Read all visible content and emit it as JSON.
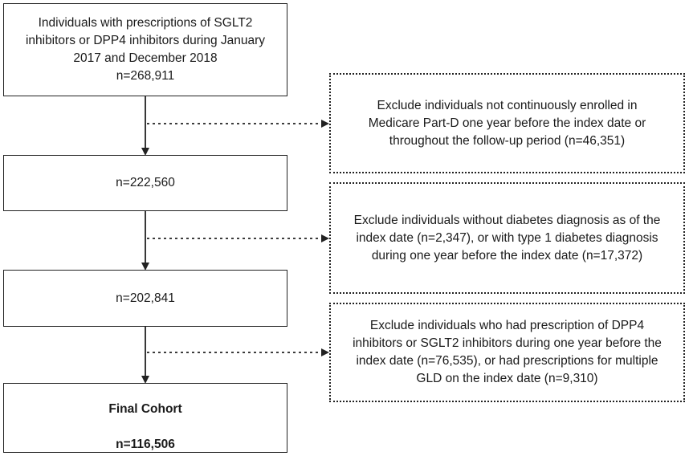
{
  "main_boxes": [
    {
      "text": "Individuals with prescriptions of SGLT2\ninhibitors or DPP4 inhibitors during January\n2017 and December 2018\nn=268,911"
    },
    {
      "text": "n=222,560"
    },
    {
      "text": "n=202,841"
    },
    {
      "title": "Final Cohort",
      "text": "n=116,506"
    }
  ],
  "exclusion_boxes": [
    {
      "text": "Exclude individuals not continuously enrolled in\nMedicare Part-D one year before the index date or\nthroughout the follow-up period (n=46,351)"
    },
    {
      "text": "Exclude individuals without diabetes diagnosis as of the\nindex date (n=2,347), or with type 1 diabetes diagnosis\nduring one year before the index date (n=17,372)"
    },
    {
      "text": "Exclude individuals who had prescription of DPP4\ninhibitors or SGLT2 inhibitors during one year before the\nindex date (n=76,535), or had prescriptions for multiple\nGLD on the index date (n=9,310)"
    }
  ]
}
